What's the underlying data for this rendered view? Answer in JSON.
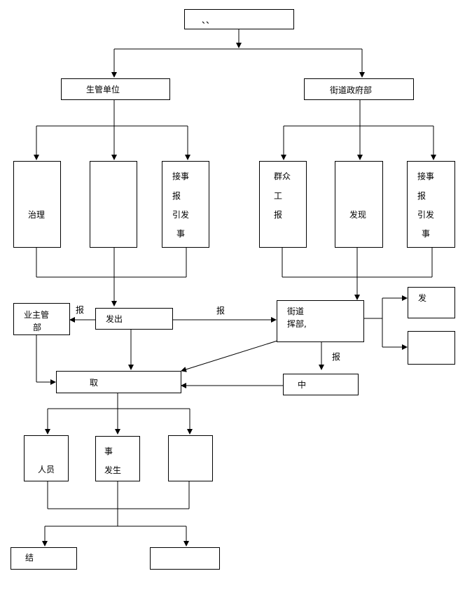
{
  "diagram": {
    "top_box": {
      "text": "、、"
    },
    "level1": {
      "left": {
        "text": "生管单位"
      },
      "right": {
        "text": "街道政府部"
      }
    },
    "left_group": {
      "box1": {
        "text": "治理"
      },
      "box2": {
        "text": ""
      },
      "box3": {
        "line1": "接事",
        "line2": "报",
        "line3": "引发",
        "line4": "事"
      }
    },
    "right_group": {
      "box1": {
        "line1": "群众",
        "line2": "工",
        "line3": "报"
      },
      "box2": {
        "text": "发现"
      },
      "box3": {
        "line1": "接事",
        "line2": "报",
        "line3": "引发",
        "line4": "事"
      }
    },
    "middle": {
      "industry": {
        "line1": "业主管",
        "line2": "部"
      },
      "issue": {
        "text": "发出"
      },
      "command": {
        "line1": "街道",
        "line2": "挥部,"
      },
      "right_top": {
        "text": "发"
      },
      "right_bottom": {
        "text": ""
      },
      "take": {
        "text": "取"
      },
      "center": {
        "text": "中"
      }
    },
    "edge_labels": {
      "report_left": "报",
      "report_mid": "报",
      "report_down": "报"
    },
    "lower": {
      "personnel": {
        "text": "人员"
      },
      "event": {
        "line1": "事",
        "line2": "发生"
      },
      "blank": {
        "text": ""
      }
    },
    "final": {
      "left": {
        "text": "结"
      },
      "right": {
        "text": ""
      }
    }
  }
}
